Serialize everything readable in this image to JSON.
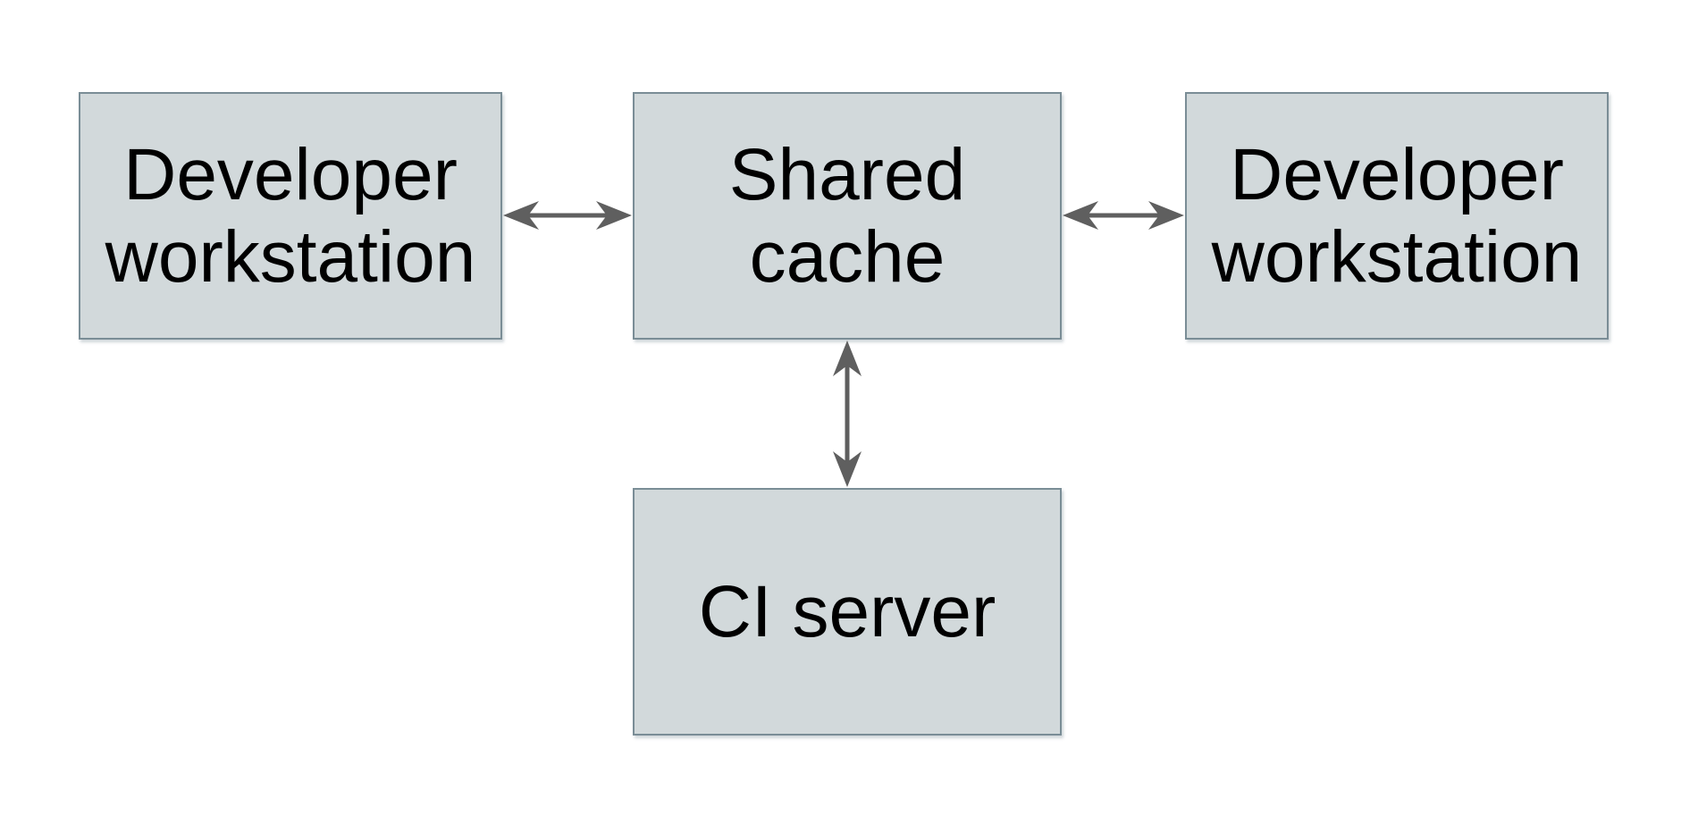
{
  "diagram": {
    "title": "",
    "nodes": {
      "dev_left": {
        "id": "developer-workstation-left",
        "label": "Developer\nworkstation"
      },
      "shared_cache": {
        "id": "shared-cache",
        "label": "Shared\ncache"
      },
      "dev_right": {
        "id": "developer-workstation-right",
        "label": "Developer\nworkstation"
      },
      "ci_server": {
        "id": "ci-server",
        "label": "CI server"
      }
    },
    "connections": [
      {
        "from": "developer-workstation-left",
        "to": "shared-cache",
        "direction": "bidirectional"
      },
      {
        "from": "shared-cache",
        "to": "developer-workstation-right",
        "direction": "bidirectional"
      },
      {
        "from": "shared-cache",
        "to": "ci-server",
        "direction": "bidirectional"
      }
    ],
    "colors": {
      "background": "#ffffff",
      "node_fill": "#d2d9db",
      "node_border": "#7a8d96",
      "arrow": "#5f5f5f",
      "text": "#000000"
    }
  }
}
